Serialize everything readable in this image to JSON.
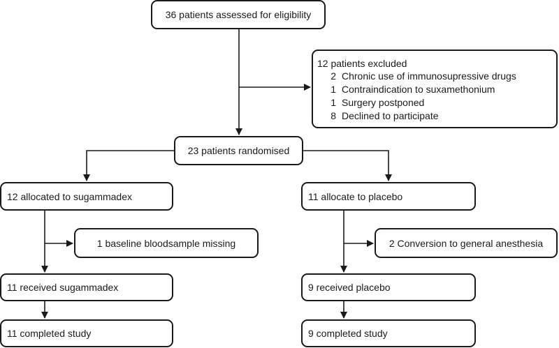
{
  "flowchart": {
    "assessed": "36 patients assessed for eligibility",
    "excluded": {
      "title": "12 patients excluded",
      "reasons": [
        {
          "count": "2",
          "text": "Chronic use of immunosupressive drugs"
        },
        {
          "count": "1",
          "text": "Contraindication to suxamethonium"
        },
        {
          "count": "1",
          "text": "Surgery postponed"
        },
        {
          "count": "8",
          "text": "Declined to participate"
        }
      ]
    },
    "randomised": "23 patients randomised",
    "arms": [
      {
        "allocated": "12 allocated to sugammadex",
        "excluded": "1 baseline bloodsample missing",
        "received": "11 received sugammadex",
        "completed": "11 completed study"
      },
      {
        "allocated": "11 allocate to placebo",
        "excluded": "2 Conversion to general anesthesia",
        "received": "9 received placebo",
        "completed": "9 completed study"
      }
    ]
  },
  "colors": {
    "stroke": "#1a1a1a",
    "background": "#ffffff"
  }
}
